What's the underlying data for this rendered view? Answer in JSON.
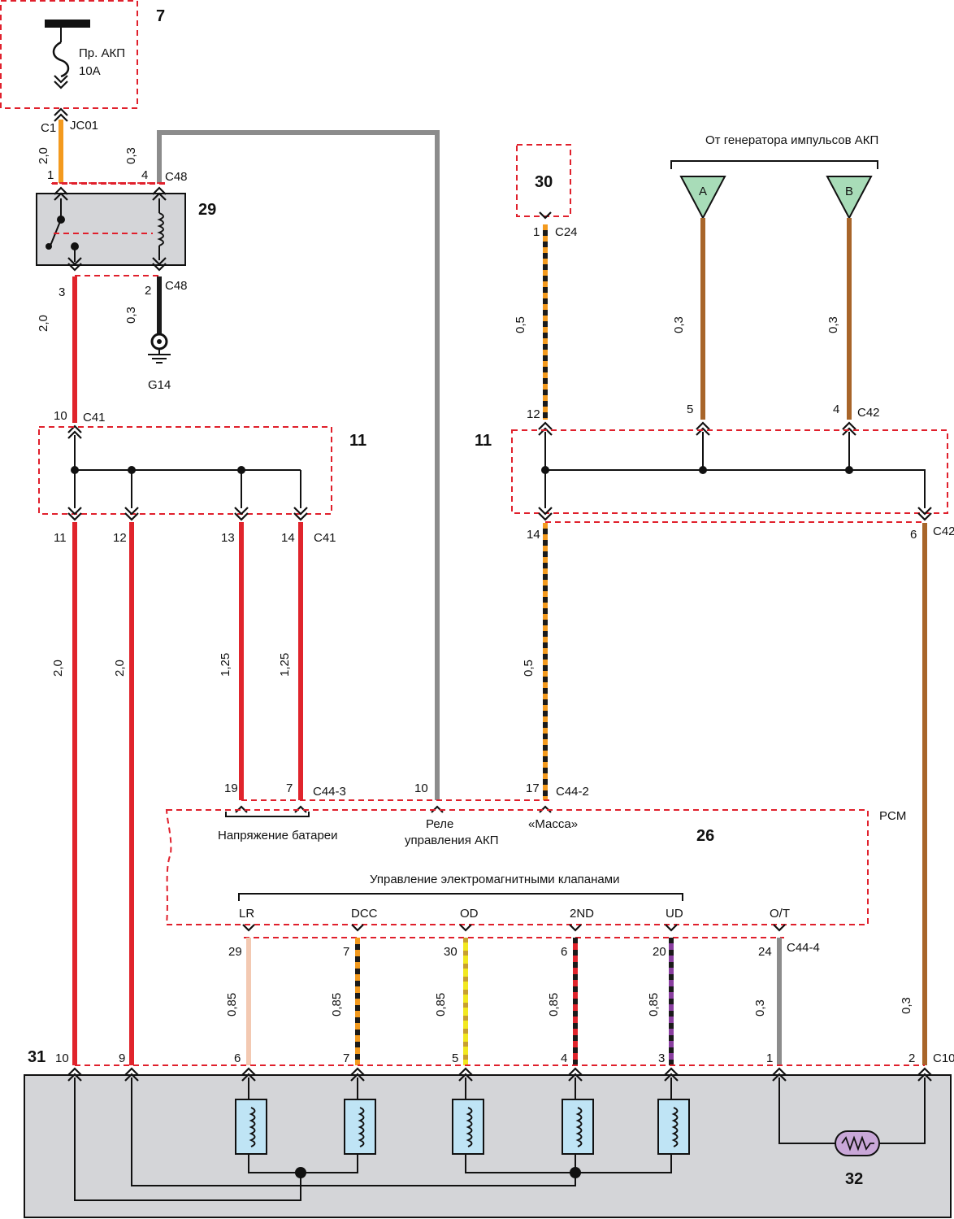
{
  "diagram": {
    "colors": {
      "red": "#e0242c",
      "orange": "#f39a1e",
      "gray": "#8c8c8c",
      "black": "#1a1a1a",
      "brown": "#a8652a",
      "pink": "#f3c9b2",
      "yellow": "#f2e820",
      "purple": "#8a3fa0",
      "dashed_box": "#e0202c",
      "component_fill": "#d4d5d8",
      "coil_fill": "#bfe4f5",
      "sensor_fill": "#6fc0a0",
      "thermistor_fill": "#c9a7d8"
    },
    "blocks": {
      "b7": "7",
      "b29": "29",
      "b11_left": "11",
      "b11_right": "11",
      "b30": "30",
      "b26": "26",
      "b31": "31",
      "b32": "32"
    },
    "fuse": {
      "line1": "Пр. АКП",
      "line2": "10А"
    },
    "connectors": {
      "c1": "C1",
      "jc01": "JC01",
      "c48_top": "C48",
      "c48_bottom": "C48",
      "c41_top": "C41",
      "c41_bottom": "C41",
      "c24": "C24",
      "c42_top": "C42",
      "c42_bottom": "C42",
      "c44_3": "C44-3",
      "c44_2": "C44-2",
      "c44_4": "C44-4",
      "c10": "C10",
      "g14": "G14",
      "pcm": "PCM"
    },
    "pins": {
      "p_jc01": "1",
      "p_c48_4": "4",
      "p_relay_3": "3",
      "p_c48_2": "2",
      "p_c41_10": "10",
      "p_c41_11": "11",
      "p_c41_12": "12",
      "p_c41_13": "13",
      "p_c41_14": "14",
      "p_c24": "1",
      "p_c42_12": "12",
      "p_c42_5": "5",
      "p_c42_4": "4",
      "p_c42_14": "14",
      "p_c42_6": "6",
      "p_c44_19": "19",
      "p_c44_7": "7",
      "p_c44_10": "10",
      "p_c44_17": "17",
      "p_lr": "29",
      "p_dcc": "7",
      "p_od": "30",
      "p_2nd": "6",
      "p_ud": "20",
      "p_ot": "24",
      "p_c10_10": "10",
      "p_c10_9": "9",
      "p_c10_6": "6",
      "p_c10_7": "7",
      "p_c10_5": "5",
      "p_c10_4": "4",
      "p_c10_3": "3",
      "p_c10_1": "1",
      "p_c10_2": "2"
    },
    "gauges": {
      "g_top_orange": "2,0",
      "g_top_gray": "0,3",
      "g_relay_out": "2,0",
      "g_ground": "0,3",
      "g_c24": "0,5",
      "g_sensor_a": "0,3",
      "g_sensor_b": "0,3",
      "g_col1": "2,0",
      "g_col2": "2,0",
      "g_col3": "1,25",
      "g_col4": "1,25",
      "g_mass": "0,5",
      "g_lr": "0,85",
      "g_dcc": "0,85",
      "g_od": "0,85",
      "g_2nd": "0,85",
      "g_ud": "0,85",
      "g_ot": "0,3",
      "g_c42_6": "0,3"
    },
    "labels": {
      "pulse_gen": "От генератора импульсов АКП",
      "sensor_a": "A",
      "sensor_b": "B",
      "battery_voltage": "Напряжение батареи",
      "relay_line1": "Реле",
      "relay_line2": "управления АКП",
      "mass": "«Масса»",
      "solenoid_control": "Управление электромагнитными клапанами",
      "sol_lr": "LR",
      "sol_dcc": "DCC",
      "sol_od": "OD",
      "sol_2nd": "2ND",
      "sol_ud": "UD",
      "sol_ot": "O/T"
    }
  }
}
